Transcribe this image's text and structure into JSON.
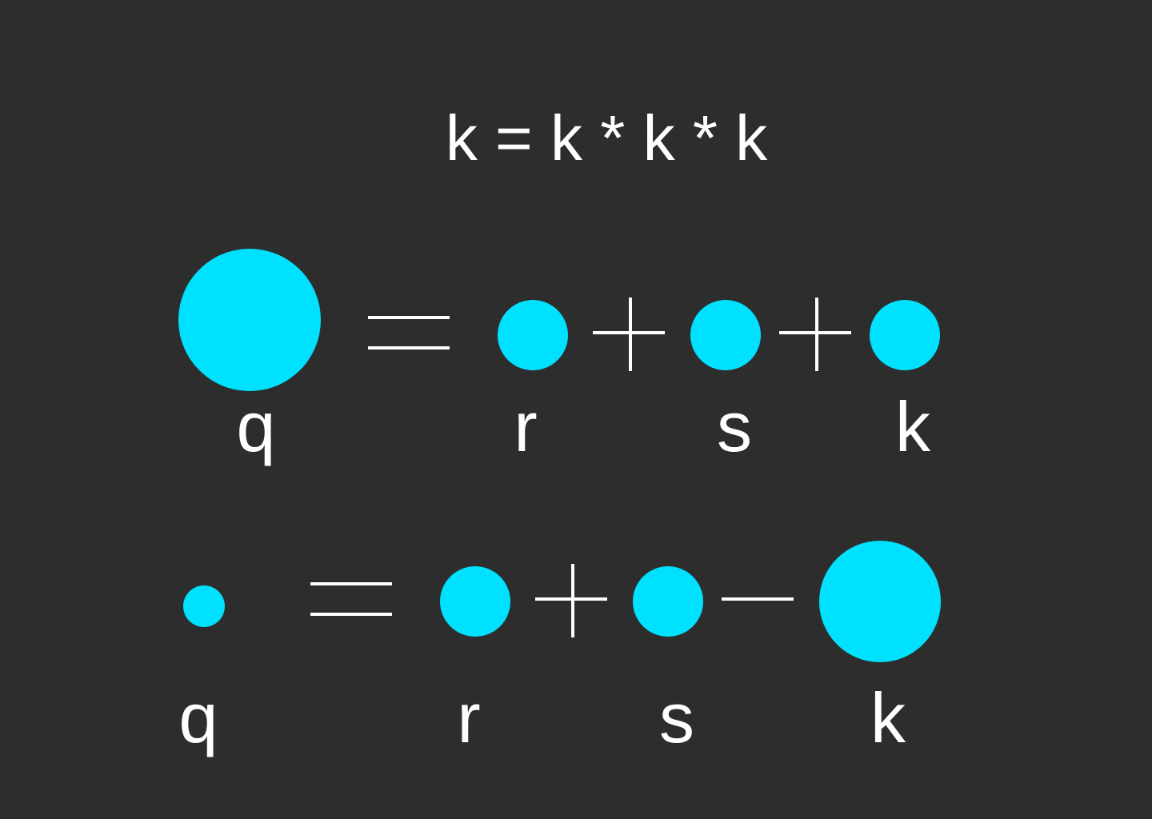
{
  "title": "k = k * k * k",
  "colors": {
    "background": "#2d2d2d",
    "circle": "#00e1ff",
    "text": "#ffffff"
  },
  "rows": [
    {
      "terms": [
        {
          "label": "q",
          "relative_size": "large"
        },
        {
          "operator": "="
        },
        {
          "label": "r",
          "relative_size": "medium"
        },
        {
          "operator": "+"
        },
        {
          "label": "s",
          "relative_size": "medium"
        },
        {
          "operator": "+"
        },
        {
          "label": "k",
          "relative_size": "medium"
        }
      ]
    },
    {
      "terms": [
        {
          "label": "q",
          "relative_size": "small"
        },
        {
          "operator": "="
        },
        {
          "label": "r",
          "relative_size": "medium"
        },
        {
          "operator": "+"
        },
        {
          "label": "s",
          "relative_size": "medium"
        },
        {
          "operator": "−"
        },
        {
          "label": "k",
          "relative_size": "large"
        }
      ]
    }
  ]
}
